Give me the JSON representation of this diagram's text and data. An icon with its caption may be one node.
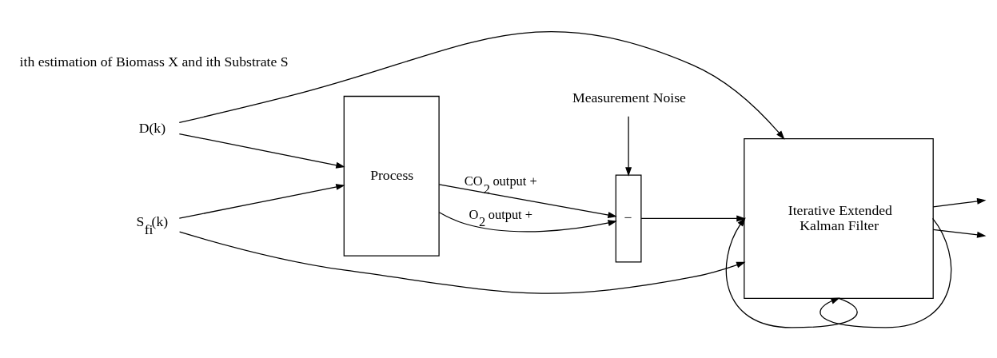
{
  "diagram": {
    "nodes": [
      {
        "text": [
          "D(k)"
        ]
      },
      {
        "text": [
          "S$_{fi}$(k)"
        ]
      },
      {
        "text": [
          "Process"
        ]
      },
      {
        "text": [
          "−"
        ]
      },
      {
        "text": [
          "Iterative Extended Kalman Filter"
        ]
      },
      {
        "text": [
          "Measurement Noise"
        ]
      }
    ],
    "edges": [
      {
        "from": 0,
        "to": 2,
        "arrow": "to"
      },
      {
        "from": 1,
        "to": 2,
        "arrow": "to"
      },
      {
        "from": 0,
        "to": 4,
        "arrow": "to"
      },
      {
        "from": 1,
        "to": 4,
        "arrow": "to"
      },
      {
        "from": 2,
        "to": 3,
        "arrow": "to",
        "label": "O$_{2}$ output +"
      },
      {
        "from": 2,
        "to": 3,
        "arrow": "to",
        "label": "CO$_{2}$ output +"
      },
      {
        "from": 5,
        "to": 3,
        "arrow": "to"
      },
      {
        "from": 3,
        "to": 4,
        "arrow": "to"
      },
      {
        "from": 4,
        "to": null,
        "arrow": "to"
      },
      {
        "from": 4,
        "to": null,
        "arrow": "to"
      },
      {
        "from": 4,
        "to": 4,
        "arrow": "to"
      },
      {
        "from": 4,
        "to": 4,
        "arrow": "to"
      }
    ],
    "labels": [
      "ith estimation of Biomass X and ith Substrate S"
    ]
  }
}
